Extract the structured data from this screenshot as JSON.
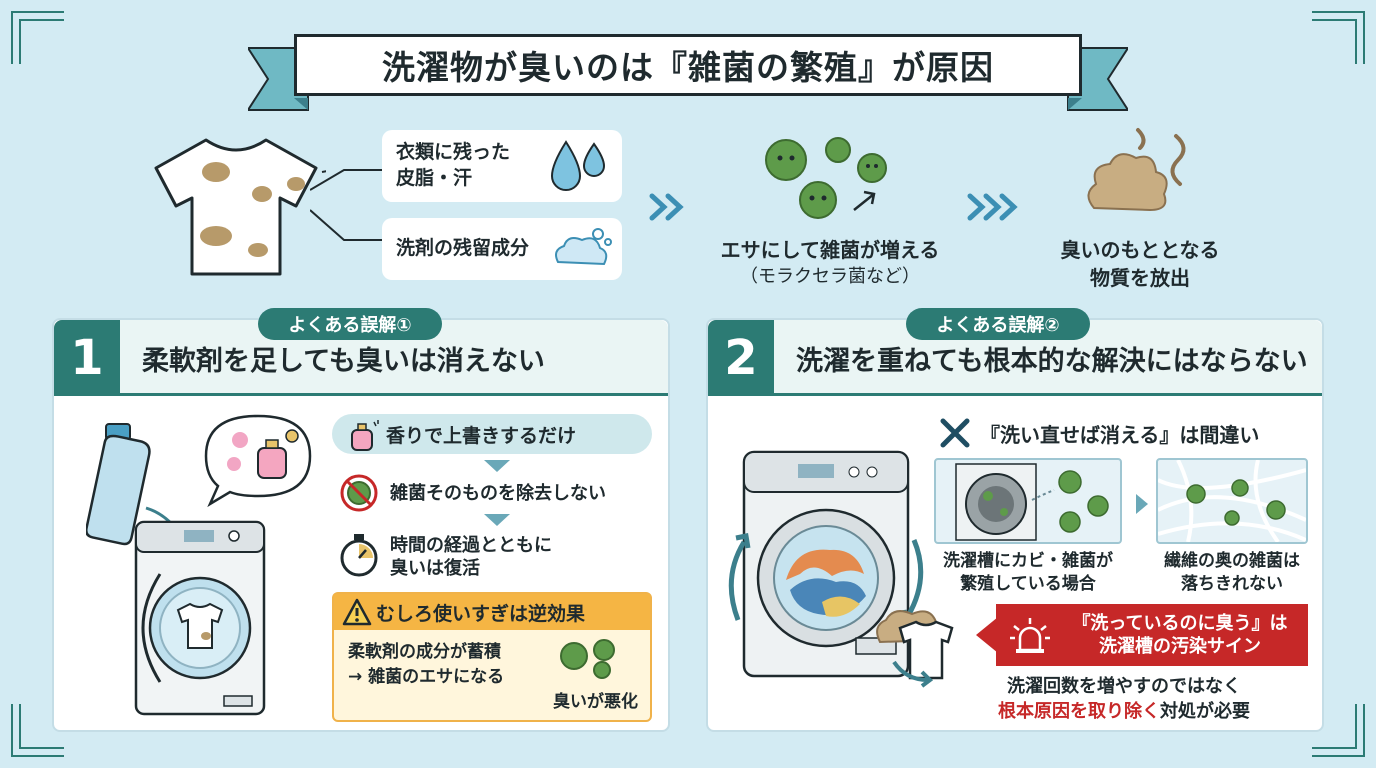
{
  "title": "洗濯物が臭いのは『雑菌の繁殖』が原因",
  "top_flow": {
    "cause1": [
      "衣類に残った",
      "皮脂・汗"
    ],
    "cause2": "洗剤の残留成分",
    "step2": "エサにして雑菌が増える",
    "step2_sub": "（モラクセラ菌など）",
    "step3": [
      "臭いのもととなる",
      "物質を放出"
    ]
  },
  "panel1": {
    "badge": "よくある誤解①",
    "number": "1",
    "title": "柔軟剤を足しても臭いは消えない",
    "step1": "香りで上書きするだけ",
    "step2": "雑菌そのものを除去しない",
    "step3": [
      "時間の経過とともに",
      "臭いは復活"
    ],
    "warning_title": "むしろ使いすぎは逆効果",
    "warning_body": [
      "柔軟剤の成分が蓄積",
      "→ 雑菌のエサになる"
    ],
    "warning_result": "臭いが悪化"
  },
  "panel2": {
    "badge": "よくある誤解②",
    "number": "2",
    "title": "洗濯を重ねても根本的な解決にはならない",
    "mistake": "『洗い直せば消える』は間違い",
    "caption_left": [
      "洗濯槽にカビ・雑菌が",
      "繁殖している場合"
    ],
    "caption_right": [
      "繊維の奥の雑菌は",
      "落ちきれない"
    ],
    "alert": [
      "『洗っているのに臭う』は",
      "洗濯槽の汚染サイン"
    ],
    "conclusion_line1": "洗濯回数を増やすのではなく",
    "conclusion_red": "根本原因を取り除く",
    "conclusion_end": "対処が必要"
  },
  "colors": {
    "background": "#d3ebf3",
    "teal": "#2c7b74",
    "germ_green": "#5e9b4a",
    "warning_orange": "#f5b544",
    "alert_red": "#c62828"
  },
  "icons": [
    "tshirt-icon",
    "water-drop-icon",
    "bubbles-icon",
    "germ-icon",
    "odor-cloud-icon",
    "chevron-arrows-icon",
    "detergent-bottle-icon",
    "washing-machine-icon",
    "perfume-icon",
    "prohibited-germ-icon",
    "stopwatch-icon",
    "warning-icon",
    "cross-icon",
    "siren-icon"
  ]
}
